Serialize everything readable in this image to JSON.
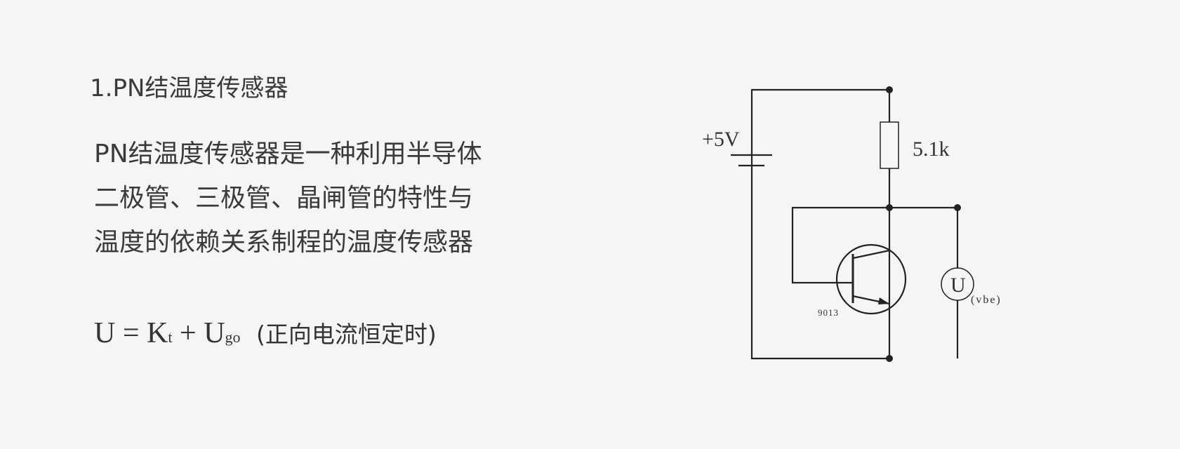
{
  "title": "1.PN结温度传感器",
  "paragraph": [
    "PN结温度传感器是一种利用半导体",
    "二极管、三极管、晶闸管的特性与",
    "温度的依赖关系制程的温度传感器"
  ],
  "formula": {
    "u": "U",
    "eq": "=",
    "k": "K",
    "t": "t",
    "plus": "+",
    "u2": "U",
    "go": "go",
    "note": "(正向电流恒定时)"
  },
  "circuit": {
    "supply": "+5V",
    "resistor": "5.1k",
    "transistor": "9013",
    "meter": "U",
    "meter_sub": "(vbe)"
  }
}
